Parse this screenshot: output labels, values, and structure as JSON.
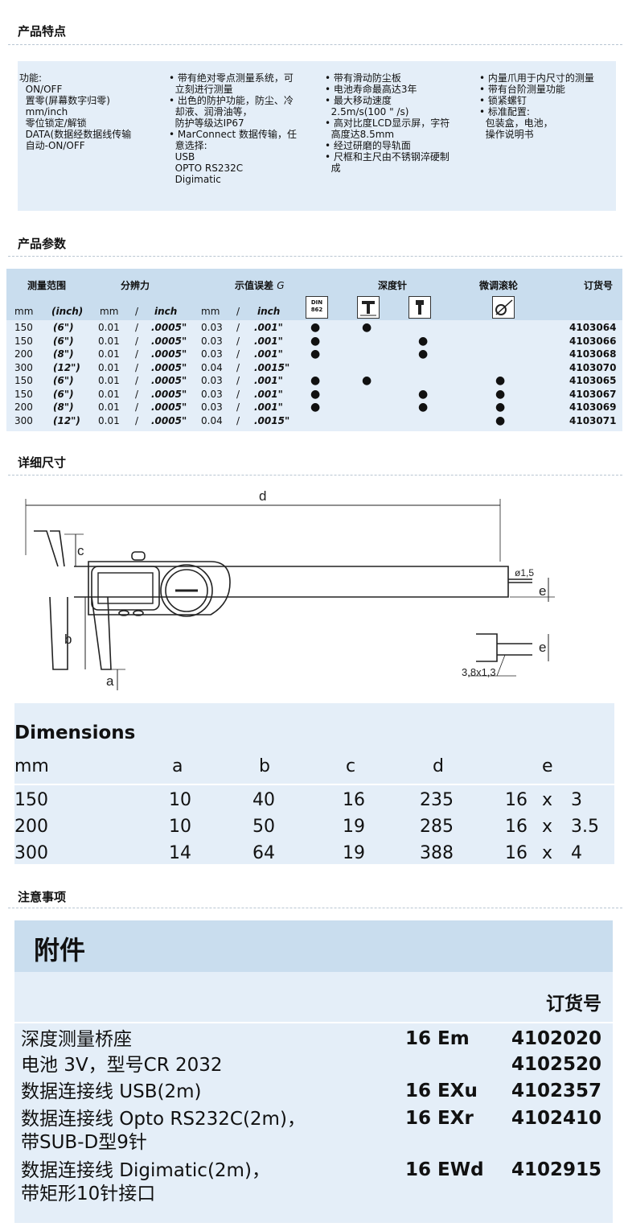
{
  "sections": {
    "features": "产品特点",
    "params": "产品参数",
    "details": "详细尺寸",
    "notes": "注意事项"
  },
  "features": {
    "col1": [
      "功能:",
      "  ON/OFF",
      "  置零(屏幕数字归零)",
      "  mm/inch",
      "  零位锁定/解锁",
      "  DATA(数据经数据线传输",
      "  自动-ON/OFF"
    ],
    "col2": [
      "• 带有绝对零点测量系统，可",
      "  立刻进行测量",
      "• 出色的防护功能，防尘、冷",
      "  却液、润滑油等，",
      "  防护等级达IP67",
      "• MarConnect 数据传输，任",
      "  意选择:",
      "  USB",
      "  OPTO RS232C",
      "  Digimatic"
    ],
    "col3": [
      "• 带有滑动防尘板",
      "• 电池寿命最高达3年",
      "• 最大移动速度",
      "  2.5m/s(100 \" /s)",
      "• 高对比度LCD显示屏，字符",
      "  高度达8.5mm",
      "• 经过研磨的导轨面",
      "• 尺框和主尺由不锈钢淬硬制",
      "  成"
    ],
    "col4": [
      "• 内量爪用于内尺寸的测量",
      "• 带有台阶测量功能",
      "• 锁紧螺钉",
      "• 标准配置:",
      "  包装盒，电池，",
      "  操作说明书"
    ]
  },
  "params": {
    "headers": {
      "range": "测量范围",
      "resolution": "分辨力",
      "error": "示值误差",
      "error_symbol": "G",
      "depth": "深度针",
      "wheel": "微调滚轮",
      "order": "订货号"
    },
    "subheaders": {
      "mm": "mm",
      "inch_paren": "(inch)",
      "res_mm": "mm",
      "slash": "/",
      "res_inch": "inch",
      "err_mm": "mm",
      "err_inch": "inch",
      "din": "DIN\n862"
    },
    "rows": [
      {
        "mm": "150",
        "inch": "(6\")",
        "res_mm": "0.01",
        "res_inch": ".0005\"",
        "err_mm": "0.03",
        "err_inch": ".001\"",
        "din": "●",
        "d1": "●",
        "d2": "",
        "wheel": "",
        "order": "4103064"
      },
      {
        "mm": "150",
        "inch": "(6\")",
        "res_mm": "0.01",
        "res_inch": ".0005\"",
        "err_mm": "0.03",
        "err_inch": ".001\"",
        "din": "●",
        "d1": "",
        "d2": "●",
        "wheel": "",
        "order": "4103066"
      },
      {
        "mm": "200",
        "inch": "(8\")",
        "res_mm": "0.01",
        "res_inch": ".0005\"",
        "err_mm": "0.03",
        "err_inch": ".001\"",
        "din": "●",
        "d1": "",
        "d2": "●",
        "wheel": "",
        "order": "4103068"
      },
      {
        "mm": "300",
        "inch": "(12\")",
        "res_mm": "0.01",
        "res_inch": ".0005\"",
        "err_mm": "0.04",
        "err_inch": ".0015\"",
        "din": "",
        "d1": "",
        "d2": "",
        "wheel": "",
        "order": "4103070"
      },
      {
        "mm": "150",
        "inch": "(6\")",
        "res_mm": "0.01",
        "res_inch": ".0005\"",
        "err_mm": "0.03",
        "err_inch": ".001\"",
        "din": "●",
        "d1": "●",
        "d2": "",
        "wheel": "●",
        "order": "4103065"
      },
      {
        "mm": "150",
        "inch": "(6\")",
        "res_mm": "0.01",
        "res_inch": ".0005\"",
        "err_mm": "0.03",
        "err_inch": ".001\"",
        "din": "●",
        "d1": "",
        "d2": "●",
        "wheel": "●",
        "order": "4103067"
      },
      {
        "mm": "200",
        "inch": "(8\")",
        "res_mm": "0.01",
        "res_inch": ".0005\"",
        "err_mm": "0.03",
        "err_inch": ".001\"",
        "din": "●",
        "d1": "",
        "d2": "●",
        "wheel": "●",
        "order": "4103069"
      },
      {
        "mm": "300",
        "inch": "(12\")",
        "res_mm": "0.01",
        "res_inch": ".0005\"",
        "err_mm": "0.04",
        "err_inch": ".0015\"",
        "din": "",
        "d1": "",
        "d2": "",
        "wheel": "●",
        "order": "4103071"
      }
    ]
  },
  "drawing": {
    "label_d": "d",
    "label_c": "c",
    "label_b": "b",
    "label_a": "a",
    "label_e": "e",
    "label_phi": "ø1,5",
    "label_tip": "3,8x1,3"
  },
  "dimensions": {
    "title": "Dimensions",
    "headers": [
      "mm",
      "a",
      "b",
      "c",
      "d",
      "e"
    ],
    "rows": [
      {
        "mm": "150",
        "a": "10",
        "b": "40",
        "c": "16",
        "d": "235",
        "e1": "16",
        "x": "x",
        "e2": "3"
      },
      {
        "mm": "200",
        "a": "10",
        "b": "50",
        "c": "19",
        "d": "285",
        "e1": "16",
        "x": "x",
        "e2": "3.5"
      },
      {
        "mm": "300",
        "a": "14",
        "b": "64",
        "c": "19",
        "d": "388",
        "e1": "16",
        "x": "x",
        "e2": "4"
      }
    ]
  },
  "accessories": {
    "title": "附件",
    "order_header": "订货号",
    "items": [
      {
        "name": "深度测量桥座",
        "code": "16 Em",
        "order": "4102020"
      },
      {
        "name": "电池 3V，型号CR 2032",
        "code": "",
        "order": "4102520"
      },
      {
        "name": "数据连接线 USB(2m)",
        "code": "16 EXu",
        "order": "4102357"
      },
      {
        "name": "数据连接线 Opto RS232C(2m)，\n带SUB-D型9针",
        "code": "16 EXr",
        "order": "4102410"
      },
      {
        "name": "数据连接线 Digimatic(2m)，\n带矩形10针接口",
        "code": "16 EWd",
        "order": "4102915"
      }
    ]
  }
}
